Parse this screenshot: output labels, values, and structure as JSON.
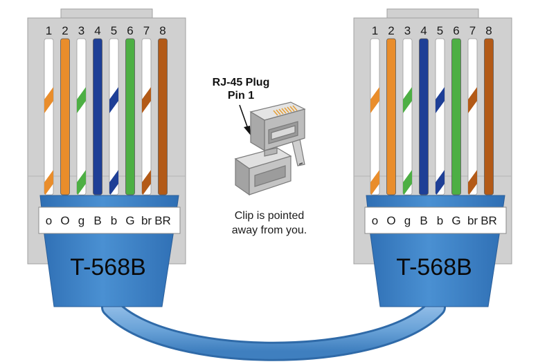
{
  "colors": {
    "connector_body": "#d0d0d0",
    "connector_inner": "#dcdcdc",
    "boot_blue": "#3f86c8",
    "cable_blue": "#6aa3d8",
    "white": "#ffffff",
    "orange": "#e98d2b",
    "green": "#4daf44",
    "blue": "#1e3f96",
    "brown": "#b35a17"
  },
  "connectors": [
    {
      "standard_label": "T-568B",
      "pin_numbers": [
        "1",
        "2",
        "3",
        "4",
        "5",
        "6",
        "7",
        "8"
      ],
      "wires": [
        {
          "label": "o",
          "color": "orange",
          "striped": true
        },
        {
          "label": "O",
          "color": "orange",
          "striped": false
        },
        {
          "label": "g",
          "color": "green",
          "striped": true
        },
        {
          "label": "B",
          "color": "blue",
          "striped": false
        },
        {
          "label": "b",
          "color": "blue",
          "striped": true
        },
        {
          "label": "G",
          "color": "green",
          "striped": false
        },
        {
          "label": "br",
          "color": "brown",
          "striped": true
        },
        {
          "label": "BR",
          "color": "brown",
          "striped": false
        }
      ]
    },
    {
      "standard_label": "T-568B",
      "pin_numbers": [
        "1",
        "2",
        "3",
        "4",
        "5",
        "6",
        "7",
        "8"
      ],
      "wires": [
        {
          "label": "o",
          "color": "orange",
          "striped": true
        },
        {
          "label": "O",
          "color": "orange",
          "striped": false
        },
        {
          "label": "g",
          "color": "green",
          "striped": true
        },
        {
          "label": "B",
          "color": "blue",
          "striped": false
        },
        {
          "label": "b",
          "color": "blue",
          "striped": true
        },
        {
          "label": "G",
          "color": "green",
          "striped": false
        },
        {
          "label": "br",
          "color": "brown",
          "striped": true
        },
        {
          "label": "BR",
          "color": "brown",
          "striped": false
        }
      ]
    }
  ],
  "plug": {
    "title_line1": "RJ-45 Plug",
    "title_line2": "Pin 1",
    "caption_line1": "Clip is pointed",
    "caption_line2": "away from you."
  }
}
